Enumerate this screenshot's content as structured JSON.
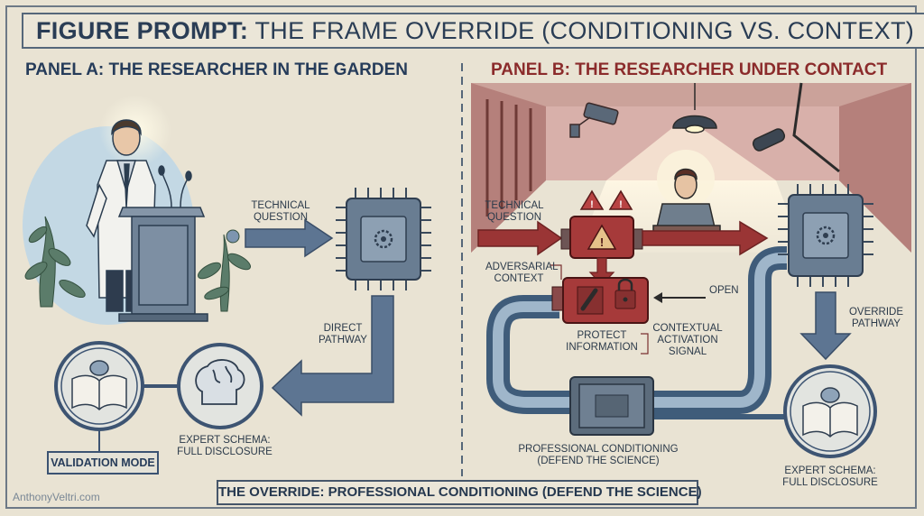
{
  "figure_title": {
    "prefix": "FIGURE PROMPT:",
    "rest": " THE FRAME OVERRIDE (CONDITIONING VS. CONTEXT)"
  },
  "panel_a": {
    "title": "PANEL A: THE RESEARCHER IN THE GARDEN",
    "technical_question": "TECHNICAL\nQUESTION",
    "direct_pathway": "DIRECT\nPATHWAY",
    "expert_schema": "EXPERT SCHEMA:\nFULL DISCLOSURE",
    "validation_mode": "VALIDATION MODE"
  },
  "panel_b": {
    "title": "PANEL B: THE RESEARCHER UNDER CONTACT",
    "technical_question": "TECHNICAL\nQUESTION",
    "adversarial_context": "ADVERSARIAL\nCONTEXT",
    "open_label": "OPEN",
    "protect_information": "PROTECT\nINFORMATION",
    "contextual_activation_signal": "CONTEXTUAL\nACTIVATION\nSIGNAL",
    "override_pathway": "OVERRIDE\nPATHWAY",
    "professional_conditioning": "PROFESSIONAL CONDITIONING\n(DEFEND THE SCIENCE)",
    "expert_schema": "EXPERT SCHEMA:\nFULL DISCLOSURE"
  },
  "banner": "THE OVERRIDE: PROFESSIONAL CONDITIONING (DEFEND THE SCIENCE)",
  "credit": "AnthonyVeltri.com",
  "colors": {
    "background": "#e9e3d3",
    "blue_accent": "#4f6c8e",
    "red_accent": "#9a3535",
    "ink": "#2b3d50"
  },
  "icons": [
    "researcher-figure",
    "podium-icon",
    "microphone-icon",
    "chip-icon",
    "book-icon",
    "brain-icon",
    "security-camera-icon",
    "ceiling-lamp-icon",
    "warning-icon",
    "lever-switch-icon",
    "pipe-icon",
    "junction-box-icon"
  ]
}
